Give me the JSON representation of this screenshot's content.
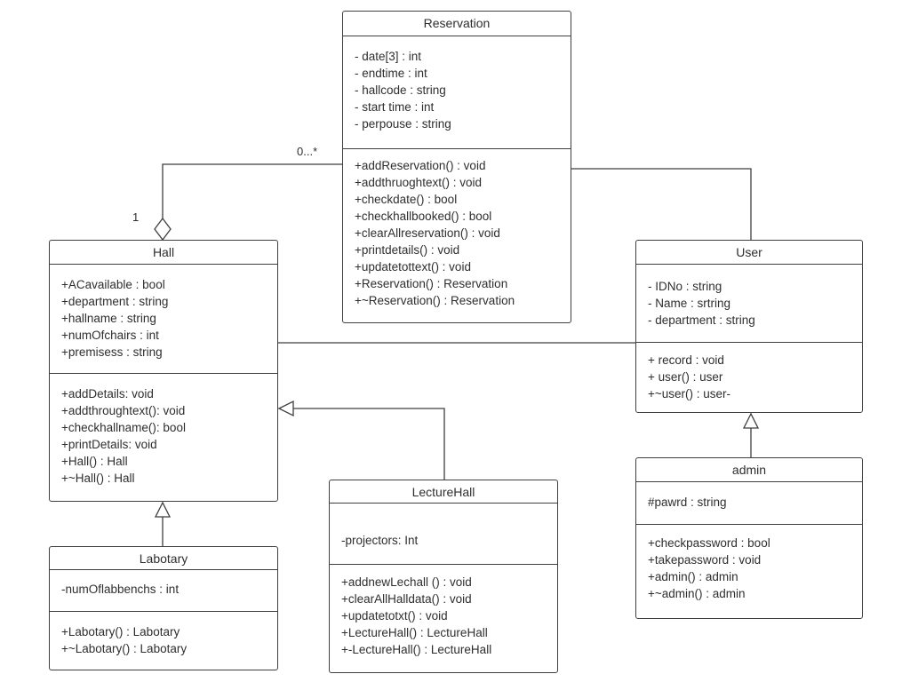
{
  "diagram": {
    "classes": {
      "reservation": {
        "name": "Reservation",
        "attributes": [
          "- date[3] : int",
          "- endtime : int",
          "- hallcode : string",
          "- start time : int",
          "- perpouse : string"
        ],
        "methods": [
          "+addReservation() : void",
          "+addthruoghtext() : void",
          "+checkdate() : bool",
          "+checkhallbooked() : bool",
          "+clearAllreservation() : void",
          "+printdetails() : void",
          "+updatetottext() : void",
          "+Reservation() : Reservation",
          "+~Reservation() : Reservation"
        ]
      },
      "hall": {
        "name": "Hall",
        "attributes": [
          "+ACavailable : bool",
          "+department : string",
          "+hallname : string",
          "+numOfchairs : int",
          "+premisess : string"
        ],
        "methods": [
          "+addDetails: void",
          "+addthroughtext(): void",
          "+checkhallname(): bool",
          "+printDetails: void",
          "+Hall() : Hall",
          "+~Hall() : Hall"
        ]
      },
      "user": {
        "name": "User",
        "attributes": [
          "- IDNo : string",
          "- Name : srtring",
          "- department : string"
        ],
        "methods": [
          "+ record : void",
          "+ user() : user",
          "+~user() : user-"
        ]
      },
      "admin": {
        "name": "admin",
        "attributes": [
          "#pawrd : string"
        ],
        "methods": [
          "+checkpassword : bool",
          "+takepassword : void",
          "+admin() : admin",
          "+~admin() : admin"
        ]
      },
      "labotary": {
        "name": "Labotary",
        "attributes": [
          "-numOflabbenchs : int"
        ],
        "methods": [
          "+Labotary() : Labotary",
          "+~Labotary() : Labotary"
        ]
      },
      "lecturehall": {
        "name": "LectureHall",
        "attributes": [
          "-projectors: Int"
        ],
        "methods": [
          "+addnewLechall () : void",
          "+clearAllHalldata() : void",
          "+updatetotxt() : void",
          "+LectureHall() : LectureHall",
          "+-LectureHall() : LectureHall"
        ]
      }
    },
    "edge_labels": {
      "aggregation_one": "1",
      "aggregation_many": "0...*"
    },
    "colors": {
      "line": "#3f3f3f",
      "text": "#2e2e2e",
      "shape_fill": "#ffffff"
    }
  }
}
